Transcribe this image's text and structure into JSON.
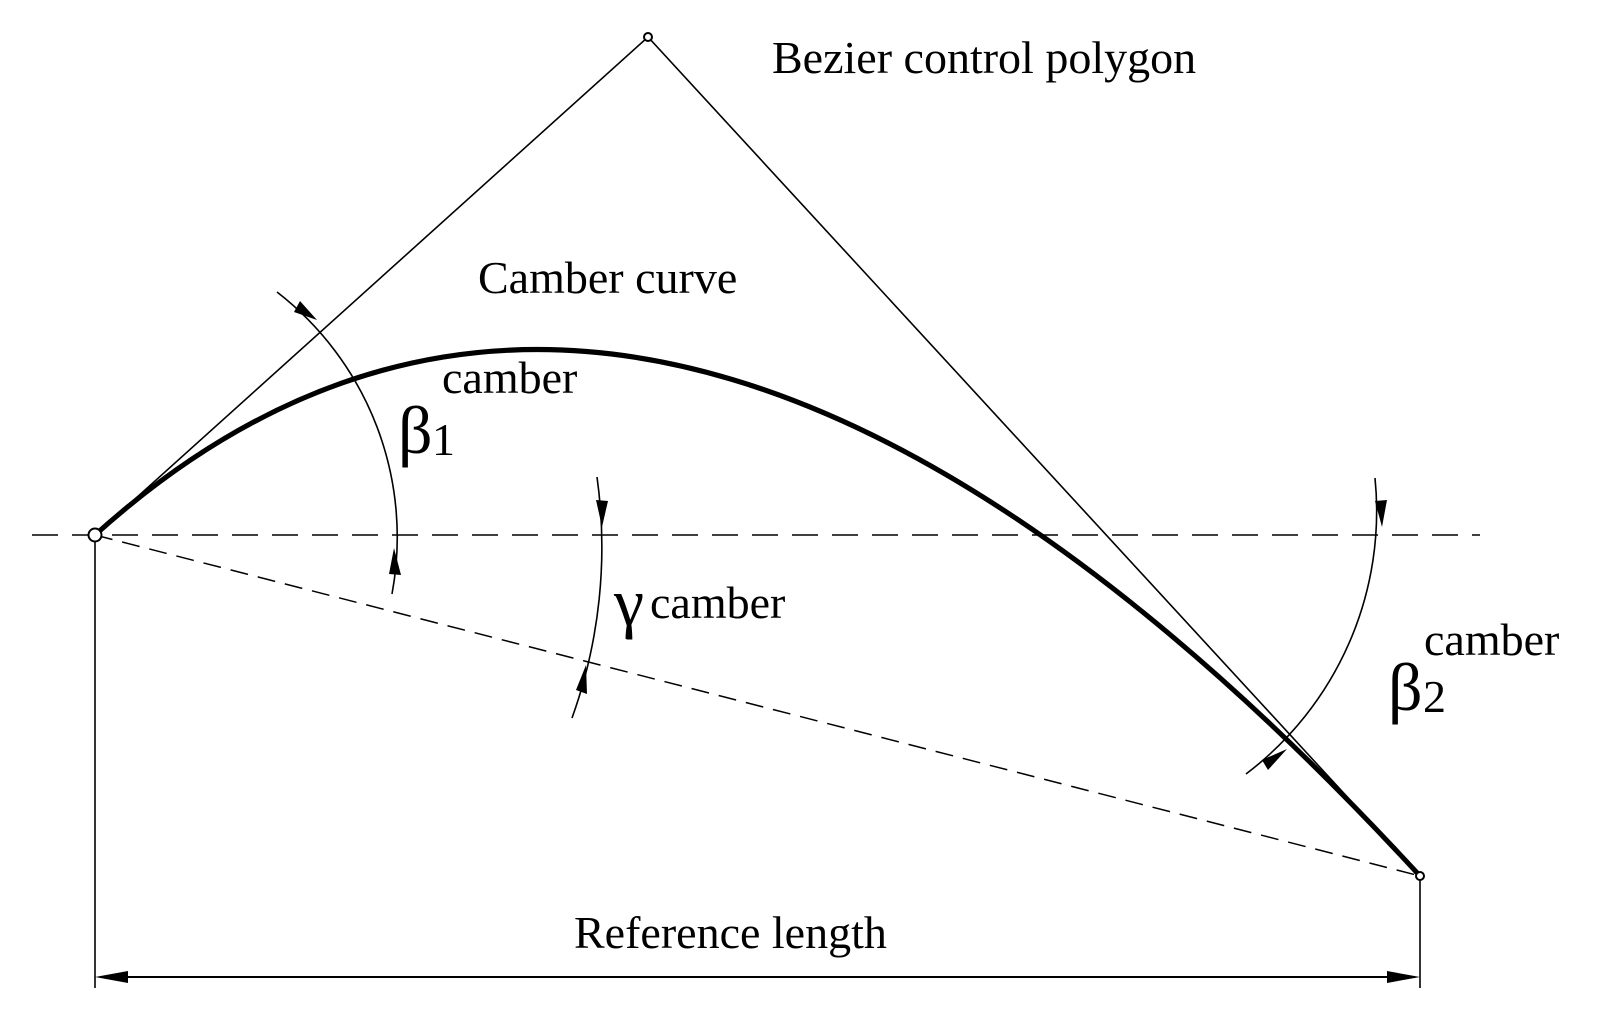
{
  "labels": {
    "polygon": "Bezier control polygon",
    "camber_curve": "Camber curve",
    "reference_length": "Reference length",
    "beta": "β",
    "beta1_sub": "1",
    "beta2_sub": "2",
    "gamma": "γ",
    "camber_sup": "camber"
  }
}
